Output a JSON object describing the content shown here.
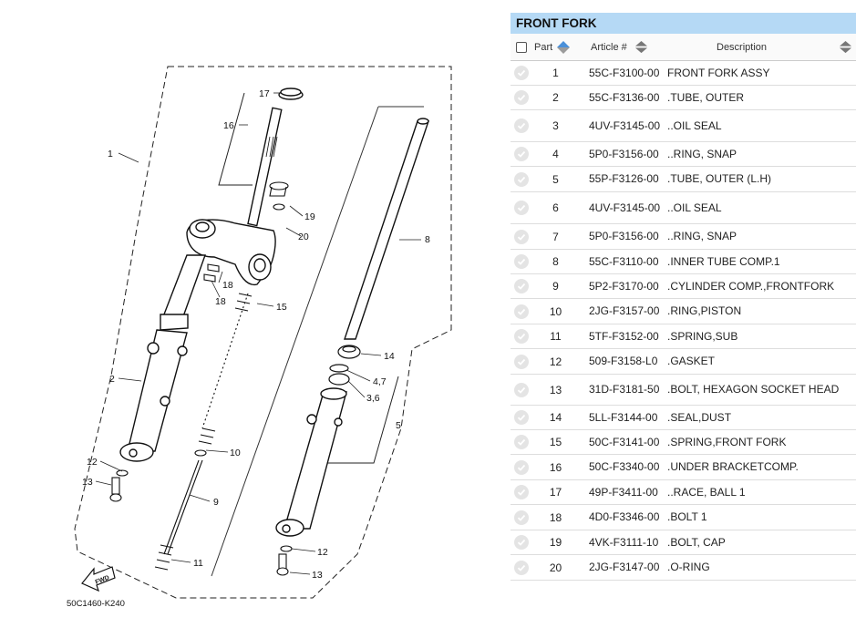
{
  "diagram": {
    "code": "50C1460-K240",
    "fwd_label": "FWD",
    "callouts": [
      "1",
      "2",
      "8",
      "5",
      "12",
      "13",
      "9",
      "10",
      "11",
      "12",
      "13",
      "14",
      "4,7",
      "3,6",
      "15",
      "16",
      "17",
      "18",
      "18",
      "19",
      "20"
    ]
  },
  "panel": {
    "title": "FRONT FORK",
    "headers": {
      "part": "Part",
      "article": "Article #",
      "description": "Description"
    },
    "rows": [
      {
        "part": "1",
        "article": "55C-F3100-00",
        "description": "FRONT FORK ASSY"
      },
      {
        "part": "2",
        "article": "55C-F3136-00",
        "description": ".TUBE, OUTER"
      },
      {
        "part": "3",
        "article": "4UV-F3145-00",
        "description": "..OIL SEAL"
      },
      {
        "part": "4",
        "article": "5P0-F3156-00",
        "description": "..RING, SNAP"
      },
      {
        "part": "5",
        "article": "55P-F3126-00",
        "description": ".TUBE, OUTER (L.H)"
      },
      {
        "part": "6",
        "article": "4UV-F3145-00",
        "description": "..OIL SEAL"
      },
      {
        "part": "7",
        "article": "5P0-F3156-00",
        "description": "..RING, SNAP"
      },
      {
        "part": "8",
        "article": "55C-F3110-00",
        "description": ".INNER TUBE COMP.1"
      },
      {
        "part": "9",
        "article": "5P2-F3170-00",
        "description": ".CYLINDER COMP.,FRONTFORK"
      },
      {
        "part": "10",
        "article": "2JG-F3157-00",
        "description": ".RING,PISTON"
      },
      {
        "part": "11",
        "article": "5TF-F3152-00",
        "description": ".SPRING,SUB"
      },
      {
        "part": "12",
        "article": "509-F3158-L0",
        "description": ".GASKET"
      },
      {
        "part": "13",
        "article": "31D-F3181-50",
        "description": ".BOLT, HEXAGON SOCKET HEAD"
      },
      {
        "part": "14",
        "article": "5LL-F3144-00",
        "description": ".SEAL,DUST"
      },
      {
        "part": "15",
        "article": "50C-F3141-00",
        "description": ".SPRING,FRONT FORK"
      },
      {
        "part": "16",
        "article": "50C-F3340-00",
        "description": ".UNDER BRACKETCOMP."
      },
      {
        "part": "17",
        "article": "49P-F3411-00",
        "description": "..RACE, BALL 1"
      },
      {
        "part": "18",
        "article": "4D0-F3346-00",
        "description": ".BOLT 1"
      },
      {
        "part": "19",
        "article": "4VK-F3111-10",
        "description": ".BOLT, CAP"
      },
      {
        "part": "20",
        "article": "2JG-F3147-00",
        "description": ".O-RING"
      }
    ]
  }
}
